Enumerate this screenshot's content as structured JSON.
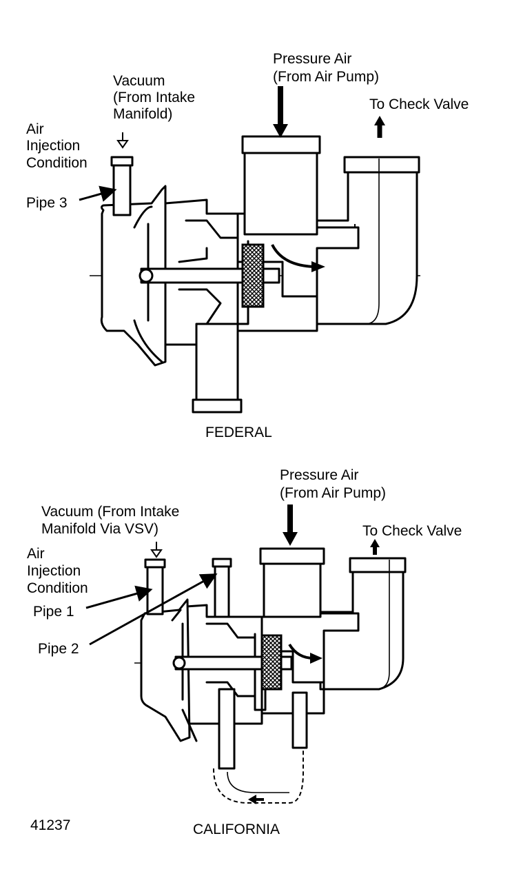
{
  "federal": {
    "title": "FEDERAL",
    "pressure_air": [
      "Pressure Air",
      "(From Air Pump)"
    ],
    "to_check_valve": "To Check Valve",
    "vacuum": [
      "Vacuum",
      "(From Intake",
      "Manifold)"
    ],
    "air_injection": [
      "Air",
      "Injection",
      "Condition"
    ],
    "pipe3": "Pipe 3"
  },
  "california": {
    "title": "CALIFORNIA",
    "pressure_air": [
      "Pressure Air",
      "(From Air Pump)"
    ],
    "to_check_valve": "To Check Valve",
    "vacuum": [
      "Vacuum (From Intake",
      "Manifold Via VSV)"
    ],
    "air_injection": [
      "Air",
      "Injection",
      "Condition"
    ],
    "pipe1": "Pipe 1",
    "pipe2": "Pipe 2"
  },
  "figure_number": "41237"
}
